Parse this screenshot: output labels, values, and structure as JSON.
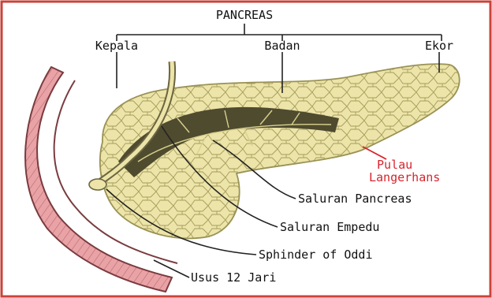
{
  "diagram": {
    "title": "PANCREAS",
    "parts": {
      "head": "Kepala",
      "body": "Badan",
      "tail": "Ekor"
    },
    "labels": {
      "islets_line1": "Pulau",
      "islets_line2": "Langerhans",
      "pancreatic_duct": "Saluran Pancreas",
      "bile_duct": "Saluran Empedu",
      "sphincter": "Sphinder of Oddi",
      "duodenum": "Usus 12 Jari"
    },
    "colors": {
      "frame": "#c9433a",
      "gland": "#ece4a8",
      "gland_outline": "#9a9255",
      "duct": "#4f4b2f",
      "intestine": "#e9a3a6",
      "intestine_stripe": "#b86a6f",
      "red_label": "#d8242c"
    }
  }
}
